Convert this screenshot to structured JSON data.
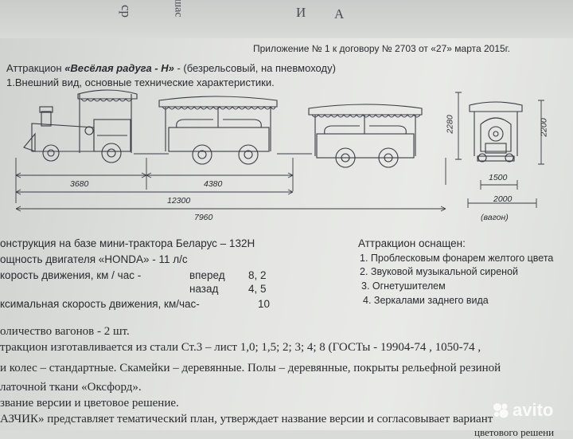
{
  "background_fragments": [
    "ср",
    "шас",
    "А",
    "И"
  ],
  "appendix": "Приложение № 1 к договору № 2703 от «27» марта 2015г.",
  "title": {
    "prefix": "Аттракцион",
    "name": "«Весёлая радуга - Н»",
    "suffix": "- (безрельсовый, на пневмоходу)",
    "section": "1.Внешний вид, основные технические характеристики."
  },
  "dimensions": {
    "d3680": "3680",
    "d4380": "4380",
    "d12300": "12300",
    "d7960": "7960",
    "d2280": "2280",
    "d2200": "2200",
    "d1500": "1500",
    "d2000": "2000",
    "wagon_note": "(вагон)"
  },
  "specs": [
    "онструкция на базе мини-трактора Беларус – 132Н",
    "ощность двигателя «HONDA» - 11 л/с",
    "корость движения, км / час -",
    "ксимальная скорость движения, км/час-"
  ],
  "speed": {
    "forward_label": "вперед",
    "forward_value": "8, 2",
    "back_label": "назад",
    "back_value": "4, 5",
    "max_value": "10"
  },
  "equipment": {
    "heading": "Аттракцион оснащен:",
    "items": [
      "1. Проблесковым фонарем желтого цвета",
      "2. Звуковой музыкальной сиреной",
      "3. Огнетушителем",
      "4. Зеркалами заднего вида"
    ]
  },
  "body": [
    "оличество вагонов    -  2 шт.",
    "тракцион изготавливается из стали  Ст.3 – лист 1,0; 1,5;  2; 3; 4; 8  (ГОСТы  - 19904-74 , 1050-74 ,",
    "и колес – стандартные. Скамейки – деревянные. Полы – деревянные, покрыты рельефной резиной",
    "латочной ткани «Оксфорд».",
    "звание версии и цветовое решение.",
    "АЗЧИК» представляет тематический план, утверждает название версии и согласовывает вариант",
    "цветового решени"
  ],
  "watermark": "avito"
}
